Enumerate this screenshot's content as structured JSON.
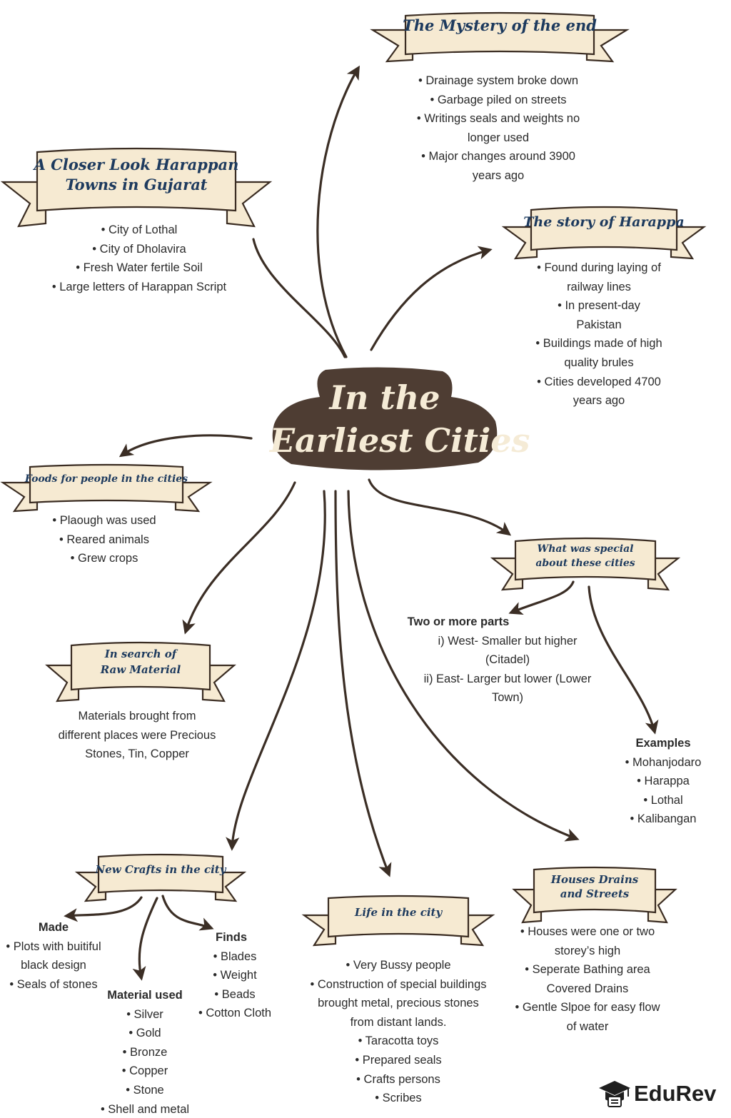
{
  "title": {
    "line1": "In the",
    "line2": "Earliest Cities"
  },
  "mystery": {
    "title": "The Mystery of the end",
    "lines": [
      "• Drainage system broke down",
      "• Garbage piled on streets",
      "• Writings seals and weights no",
      "longer used",
      "• Major changes around 3900",
      "years ago"
    ]
  },
  "gujarat": {
    "title_line1": "A Closer Look Harappan",
    "title_line2": "Towns in Gujarat",
    "lines": [
      "• City of Lothal",
      "• City of Dholavira",
      "• Fresh Water fertile Soil",
      "• Large letters of Harappan Script"
    ]
  },
  "harappa_story": {
    "title": "The story of Harappa",
    "lines": [
      "• Found during laying of",
      "railway lines",
      "• In present-day",
      "Pakistan",
      "• Buildings made of high",
      "quality brules",
      "• Cities developed 4700",
      "years ago"
    ]
  },
  "foods": {
    "title": "Foods for people in the cities",
    "lines": [
      "• Plaough was used",
      "• Reared animals",
      "• Grew crops"
    ]
  },
  "special": {
    "title_line1": "What was special",
    "title_line2": "about these cities",
    "parts_heading": "Two or more parts",
    "parts_lines": [
      "i) West- Smaller but higher",
      "(Citadel)",
      "ii) East- Larger but lower (Lower",
      "Town)"
    ],
    "examples_heading": "Examples",
    "examples_lines": [
      "• Mohanjodaro",
      "• Harappa",
      "• Lothal",
      "• Kalibangan"
    ]
  },
  "raw_material": {
    "title_line1": "In search of",
    "title_line2": "Raw Material",
    "lines": [
      "Materials brought from",
      "different places were Precious",
      "Stones, Tin, Copper"
    ]
  },
  "crafts": {
    "title": "New Crafts in the city",
    "made_heading": "Made",
    "made_lines": [
      "• Plots with buitiful",
      "black design",
      "• Seals of stones"
    ],
    "material_heading": "Material used",
    "material_lines": [
      "• Silver",
      "• Gold",
      "• Bronze",
      "• Copper",
      "• Stone",
      "• Shell and metal"
    ],
    "finds_heading": "Finds",
    "finds_lines": [
      "• Blades",
      "• Weight",
      "• Beads",
      "• Cotton Cloth"
    ]
  },
  "life": {
    "title": "Life in the city",
    "lines": [
      "• Very Bussy people",
      "• Construction of special buildings",
      "brought metal, precious stones",
      "from distant lands.",
      "• Taracotta toys",
      "• Prepared seals",
      "• Crafts persons",
      "• Scribes"
    ]
  },
  "houses": {
    "title_line1": "Houses Drains",
    "title_line2": "and Streets",
    "lines": [
      "• Houses were one or two",
      "storey’s high",
      "• Seperate Bathing area",
      "Covered Drains",
      "• Gentle Slpoe for easy flow",
      "of water"
    ]
  },
  "brand": {
    "name": "EduRev",
    "icon": "graduation-cap-icon"
  },
  "colors": {
    "arrow": "#3b2e25",
    "banner_fill": "#f6ead2",
    "banner_stroke": "#3a2c22",
    "banner_title": "#1d3a5e",
    "center_fill": "#4e3d33",
    "center_text": "#f5ebd6"
  }
}
